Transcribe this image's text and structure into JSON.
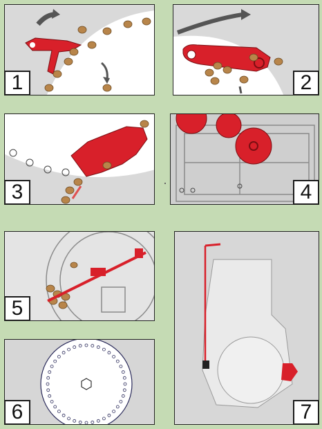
{
  "title": "",
  "panels": [
    {
      "label": "1"
    },
    {
      "label": "2"
    },
    {
      "label": "3"
    },
    {
      "label": "4"
    },
    {
      "label": "5"
    },
    {
      "label": "6"
    },
    {
      "label": "7"
    }
  ],
  "colors": {
    "background": "#c5dbb4",
    "panel_bg": "#d9d9d9",
    "accent_red": "#d8202a",
    "seed_brown": "#b8854a",
    "disc_white": "#ffffff"
  },
  "icons": [
    "rotation-arrow-icon",
    "seed-drop-arrow-icon"
  ]
}
